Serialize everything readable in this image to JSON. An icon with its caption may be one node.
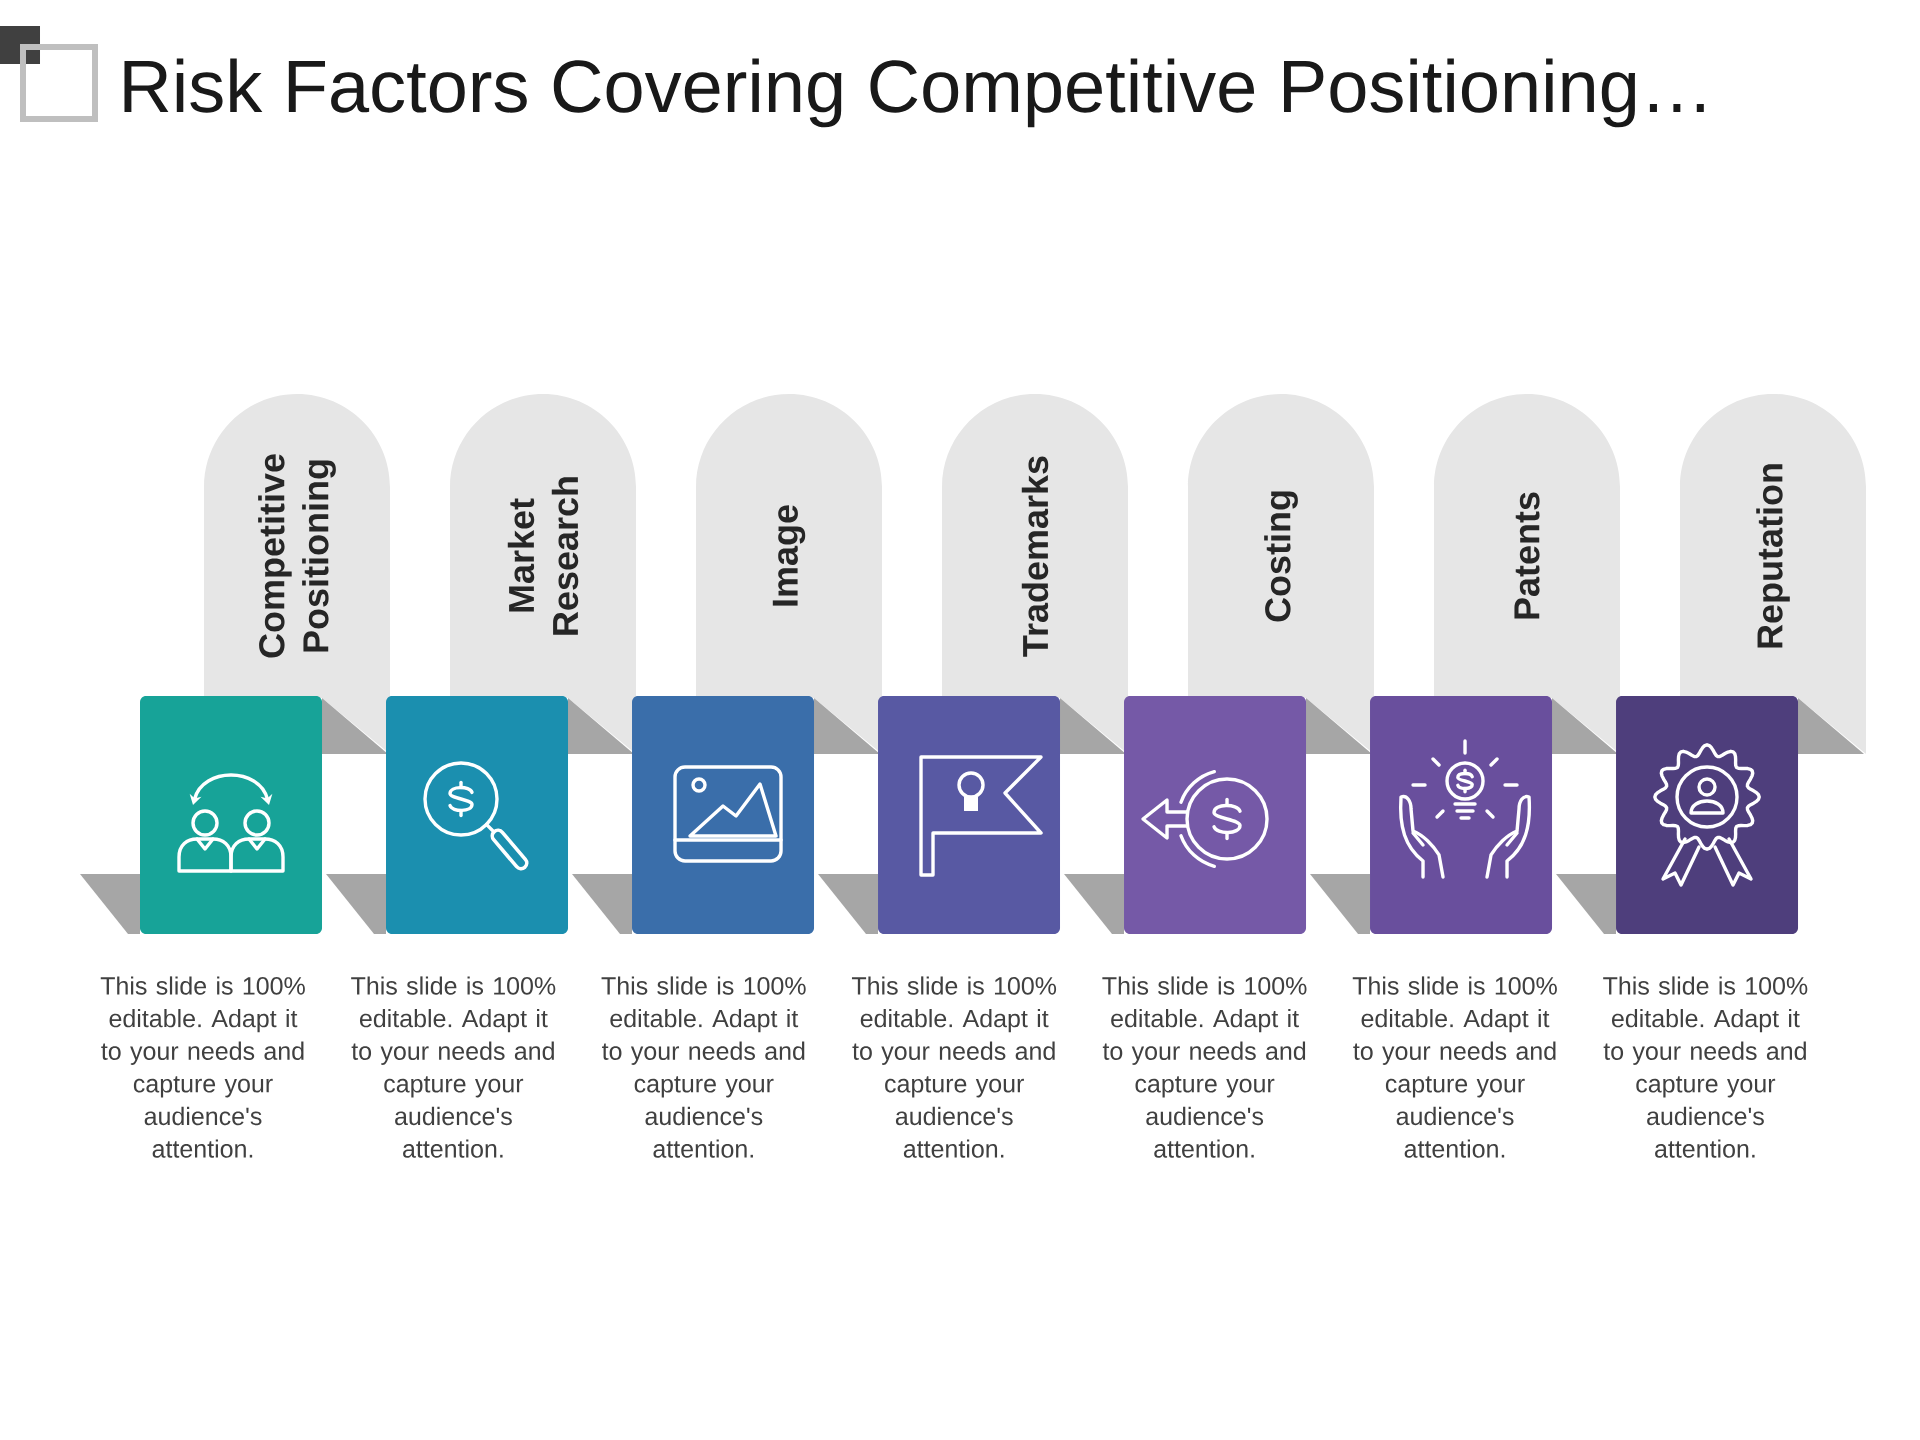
{
  "diagram": {
    "title": "Risk Factors Covering Competitive Positioning…",
    "nodes": [
      {
        "text": [
          "Competitive Positioning"
        ]
      },
      {
        "text": [
          "Market Research"
        ]
      },
      {
        "text": [
          "Image"
        ]
      },
      {
        "text": [
          "Trademarks"
        ]
      },
      {
        "text": [
          "Costing"
        ]
      },
      {
        "text": [
          "Patents"
        ]
      },
      {
        "text": [
          "Reputation"
        ]
      }
    ],
    "labels": [
      "This slide is 100% editable. Adapt it to your needs and capture your audience's attention.",
      "This slide is 100% editable. Adapt it to your needs and capture your audience's attention.",
      "This slide is 100% editable. Adapt it to your needs and capture your audience's attention.",
      "This slide is 100% editable. Adapt it to your needs and capture your audience's attention.",
      "This slide is 100% editable. Adapt it to your needs and capture your audience's attention.",
      "This slide is 100% editable. Adapt it to your needs and capture your audience's attention.",
      "This slide is 100% editable. Adapt it to your needs and capture your audience's attention."
    ]
  }
}
